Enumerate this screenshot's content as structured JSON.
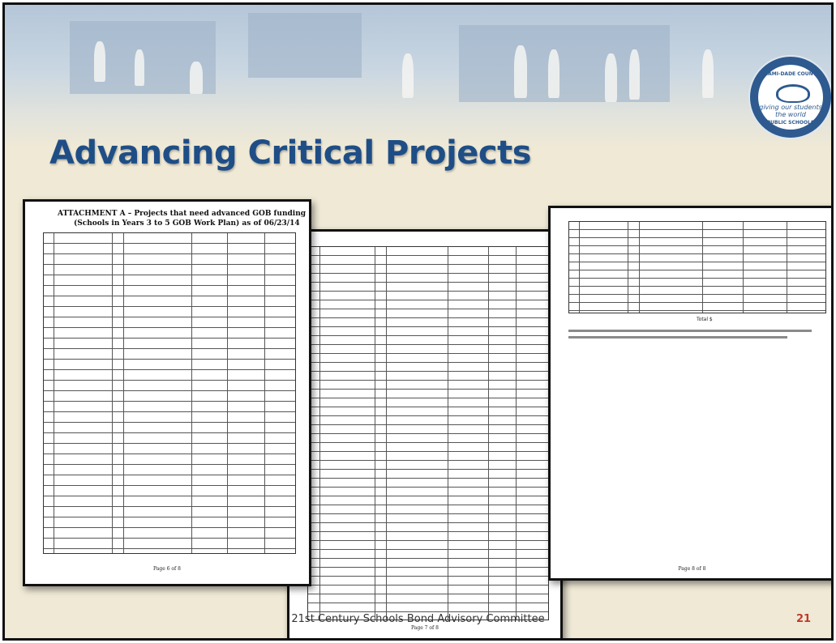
{
  "slide": {
    "title": "Advancing Critical Projects",
    "footer": "21st Century Schools Bond Advisory Committee",
    "number": "21"
  },
  "logo": {
    "top_text": "MIAMI-DADE COUNTY",
    "middle_text": "giving our students the world",
    "bottom_text": "PUBLIC SCHOOLS"
  },
  "documents": {
    "page1": {
      "heading_line1": "ATTACHMENT A – Projects that need advanced GOB funding",
      "heading_line2": "(Schools in Years 3 to 5 GOB Work Plan) as of 06/23/14",
      "page_label": "Page 6 of 8"
    },
    "page2": {
      "page_label": "Page 7 of 8"
    },
    "page3": {
      "total_label": "Total $",
      "page_label": "Page 8 of 8"
    }
  },
  "colors": {
    "title": "#1f4e86",
    "slide_number": "#c0392b",
    "background": "#efe9d6"
  }
}
